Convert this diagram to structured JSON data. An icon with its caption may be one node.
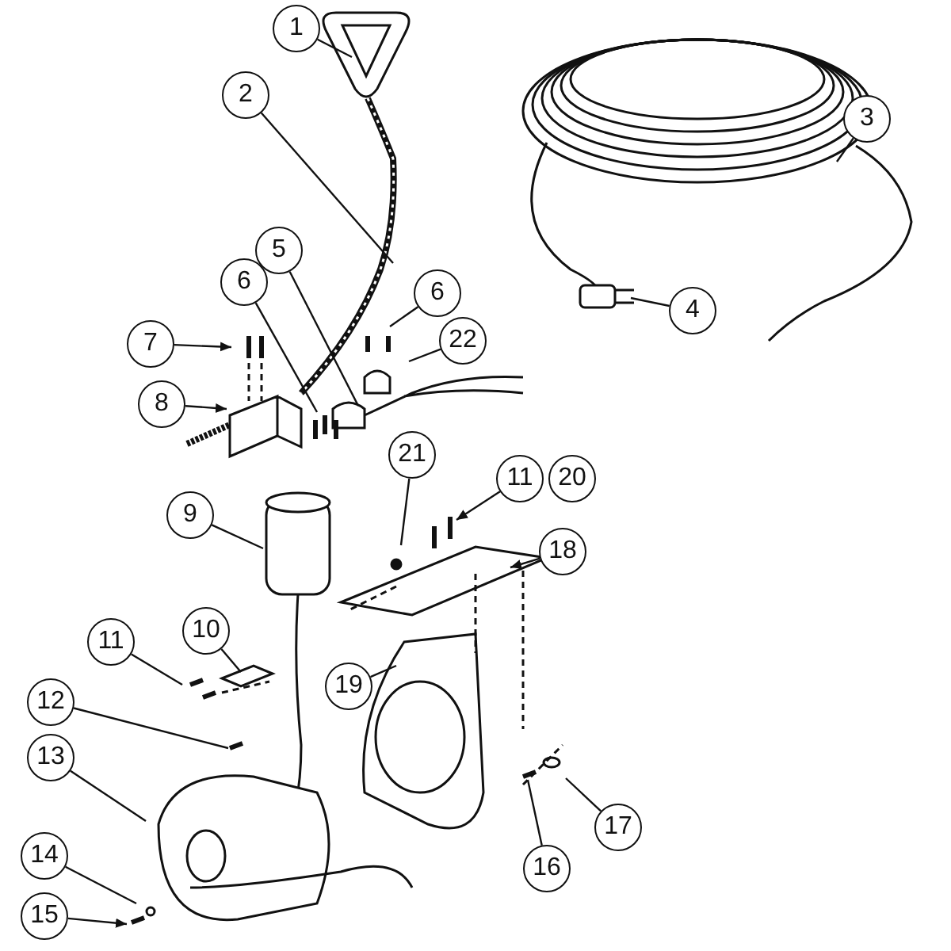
{
  "diagram": {
    "nodes": [
      {
        "text": [
          "1"
        ]
      },
      {
        "text": [
          "2"
        ]
      },
      {
        "text": [
          "3"
        ]
      },
      {
        "text": [
          "5"
        ]
      },
      {
        "text": [
          "6"
        ]
      },
      {
        "text": [
          "6"
        ]
      },
      {
        "text": [
          "4"
        ]
      },
      {
        "text": [
          "22"
        ]
      },
      {
        "text": [
          "7"
        ]
      },
      {
        "text": [
          "8"
        ]
      },
      {
        "text": [
          "21"
        ]
      },
      {
        "text": [
          "9"
        ]
      },
      {
        "text": [
          "11"
        ]
      },
      {
        "text": [
          "20"
        ]
      },
      {
        "text": [
          "18"
        ]
      },
      {
        "text": [
          "10"
        ]
      },
      {
        "text": [
          "11"
        ]
      },
      {
        "text": [
          "19"
        ]
      },
      {
        "text": [
          "12"
        ]
      },
      {
        "text": [
          "13"
        ]
      },
      {
        "text": [
          "17"
        ]
      },
      {
        "text": [
          "14"
        ]
      },
      {
        "text": [
          "16"
        ]
      },
      {
        "text": [
          "15"
        ]
      }
    ],
    "edges": [
      {
        "from": 0,
        "to": null,
        "arrow": "none"
      },
      {
        "from": 1,
        "to": null,
        "arrow": "none"
      },
      {
        "from": 2,
        "to": null,
        "arrow": "none"
      },
      {
        "from": 3,
        "to": null,
        "arrow": "none"
      },
      {
        "from": 4,
        "to": null,
        "arrow": "none"
      },
      {
        "from": 5,
        "to": null,
        "arrow": "none"
      },
      {
        "from": 6,
        "to": null,
        "arrow": "none"
      },
      {
        "from": 7,
        "to": null,
        "arrow": "none"
      },
      {
        "from": 8,
        "to": null,
        "arrow": "to"
      },
      {
        "from": 9,
        "to": null,
        "arrow": "to"
      },
      {
        "from": 10,
        "to": null,
        "arrow": "none"
      },
      {
        "from": 11,
        "to": null,
        "arrow": "none"
      },
      {
        "from": 12,
        "to": null,
        "arrow": "to"
      },
      {
        "from": 14,
        "to": null,
        "arrow": "to"
      },
      {
        "from": 15,
        "to": null,
        "arrow": "none"
      },
      {
        "from": 16,
        "to": null,
        "arrow": "none"
      },
      {
        "from": 17,
        "to": null,
        "arrow": "none"
      },
      {
        "from": 18,
        "to": null,
        "arrow": "none"
      },
      {
        "from": 19,
        "to": null,
        "arrow": "none"
      },
      {
        "from": 20,
        "to": null,
        "arrow": "none"
      },
      {
        "from": 21,
        "to": null,
        "arrow": "none"
      },
      {
        "from": 22,
        "to": null,
        "arrow": "none"
      },
      {
        "from": 23,
        "to": null,
        "arrow": "to"
      }
    ]
  }
}
